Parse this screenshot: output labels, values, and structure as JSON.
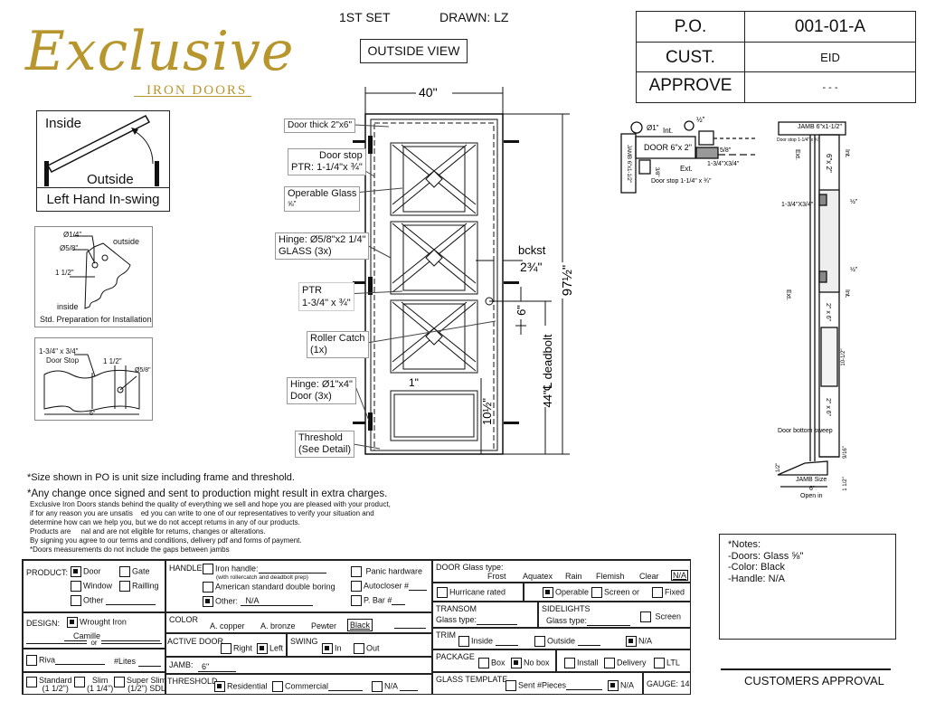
{
  "header": {
    "set": "1ST SET",
    "drawn": "DRAWN: LZ",
    "view": "OUTSIDE VIEW"
  },
  "logo": {
    "brand": "Exclusive",
    "sub": "IRON DOORS",
    "color": "#b8962e"
  },
  "po_table": {
    "po_label": "P.O.",
    "po_value": "001-01-A",
    "cust_label": "CUST.",
    "cust_value": "EID",
    "approve_label": "APPROVE",
    "approve_value": "- - -"
  },
  "swing_panel": {
    "inside": "Inside",
    "outside": "Outside",
    "caption": "Left Hand In-swing"
  },
  "prep_panel": {
    "d1": "Ø1/4\"",
    "d2": "Ø5/8\"",
    "d3": "1 1/2\"",
    "outside": "outside",
    "inside": "inside",
    "caption": "Std. Preparation for Installation"
  },
  "stop_panel": {
    "label1": "1-3/4\" x 3/4\"",
    "label2": "Door Stop",
    "dim": "1 1/2\"",
    "hole": "Ø5/8\"",
    "width": "6\""
  },
  "door": {
    "width": "40\"",
    "height": "97½\"",
    "deadbolt": "44\"℄ deadbolt",
    "backset_label": "bckst",
    "backset": "2¾\"",
    "handle_gap": "6\"",
    "panel_gap": "1\"",
    "panel_h": "10½\"",
    "labels": {
      "thick": "Door thick 2\"x6\"",
      "stop1": "Door stop",
      "stop2": "PTR: 1-1/4\"x ¾\"",
      "glass1": "Operable Glass",
      "glass2": "⅝\"",
      "hingeg1": "Hinge: Ø5/8\"x2 1/4\"",
      "hingeg2": "GLASS (3x)",
      "ptr1": "PTR",
      "ptr2": "1-3/4\" x ¾\"",
      "roller1": "Roller Catch",
      "roller2": "(1x)",
      "hinged1": "Hinge: Ø1\"x4\"",
      "hinged2": "Door (3x)",
      "thr1": "Threshold",
      "thr2": "(See Detail)"
    }
  },
  "plan_section": {
    "pin": "Ø1\"",
    "int": "Int.",
    "ext": "Ext.",
    "door": "DOOR 6\"x 2\"",
    "jamb": "JAMB 6\"x1-1/2\"",
    "half": "½\"",
    "stop": "Door stop 1-1/4\" x ¾\"",
    "ptr": "1-3/4\"X3/4\"",
    "d58": "5/8\"",
    "d38": "3/8\""
  },
  "vertical_section": {
    "jamb": "JAMB 6\"x1-1/2\"",
    "stop": "Door stop 1-1/4\" x ¾\"",
    "ext": "Ext.",
    "int": "Int.",
    "door": "6\"x 2\"",
    "ptr": "1-3/4\"X3/4\"",
    "half": "½\"",
    "rail": "2\" x 6\"",
    "glass": "10-1/2\"",
    "sweep": "Door bottom sweep",
    "gap": "9/16\"",
    "jamb_size": "JAMB Size",
    "jamb_w": "6\"",
    "open": "Open in",
    "h1": "1/2\"",
    "h2": "1 1/2\""
  },
  "terms": {
    "l1": "*Size shown in PO is unit size including frame and threshold.",
    "l2": "*Any change once signed and sent to production might result in extra charges.",
    "p1": "Exclusive Iron Doors stands behind the quality of everything we sell and hope you are pleased with your product,",
    "p2": "if for any reason you are unsatis    ed you can write to one of our representatives to verify your situation and",
    "p3": "determine how can we help you, but we do not accept retums in any of our products.",
    "p4": "Products are     nal and are not eligible for retums, changes or alterations.",
    "p5": "By signing you agree to our terms and conditions, delivery pdf and forms of payment.",
    "p6": "*Doors measurements do not include the gaps between jambs"
  },
  "form": {
    "product": {
      "label": "PRODUCT:",
      "door": "Door",
      "gate": "Gate",
      "window": "Window",
      "railling": "Railling",
      "other": "Other"
    },
    "design": {
      "label": "DESIGN:",
      "wrought": "Wrought Iron",
      "name": "Camille",
      "or": "or",
      "riva": "Riva",
      "lites": "#Lites",
      "standard": "Standard",
      "standard_s": "(1 1/2\")",
      "slim": "Slim",
      "slim_s": "(1 1/4\")",
      "super": "Super Slim",
      "super_s": "(1/2\") SDL"
    },
    "handle": {
      "label": "HANDLE",
      "iron": "Iron handle:",
      "iron_note": "(with rollercatch and deadbolt prep)",
      "american": "American standard double boring",
      "other": "Other:",
      "other_value": "N/A",
      "panic": "Panic hardware",
      "autocloser": "Autocloser #",
      "pbar": "P. Bar #"
    },
    "color": {
      "label": "COLOR",
      "c1": "A. copper",
      "c2": "A. bronze",
      "c3": "Pewter",
      "c4": "Black"
    },
    "active": {
      "label": "ACTIVE DOOR",
      "right": "Right",
      "left": "Left"
    },
    "swing": {
      "label": "SWING",
      "in": "In",
      "out": "Out"
    },
    "jamb": {
      "label": "JAMB:",
      "value": "6\""
    },
    "threshold": {
      "label": "THRESHOLD",
      "residential": "Residential",
      "commercial": "Commercial",
      "na": "N/A"
    },
    "glass": {
      "label": "DOOR Glass type:",
      "g1": "Frost",
      "g2": "Aquatex",
      "g3": "Rain",
      "g4": "Flemish",
      "g5": "Clear",
      "g6": "N/A",
      "hurricane": "Hurricane rated",
      "operable": "Operable",
      "screen": "Screen or",
      "fixed": "Fixed"
    },
    "transom": {
      "label": "TRANSOM",
      "glass": "Glass type:"
    },
    "sidelights": {
      "label": "SIDELIGHTS",
      "glass": "Glass type:",
      "screen": "Screen"
    },
    "trim": {
      "label": "TRIM",
      "inside": "Inside",
      "outside": "Outside",
      "na": "N/A"
    },
    "package": {
      "label": "PACKAGE",
      "box": "Box",
      "nobox": "No box",
      "install": "Install",
      "delivery": "Delivery",
      "ltl": "LTL"
    },
    "template": {
      "label": "GLASS TEMPLATE",
      "sent": "Sent #Pieces",
      "na": "N/A",
      "gauge": "GAUGE: 14"
    }
  },
  "notes": {
    "title": "*Notes:",
    "n1": "-Doors: Glass ⅝\"",
    "n2": "-Color: Black",
    "n3": "-Handle: N/A"
  },
  "approval": "CUSTOMERS APPROVAL"
}
